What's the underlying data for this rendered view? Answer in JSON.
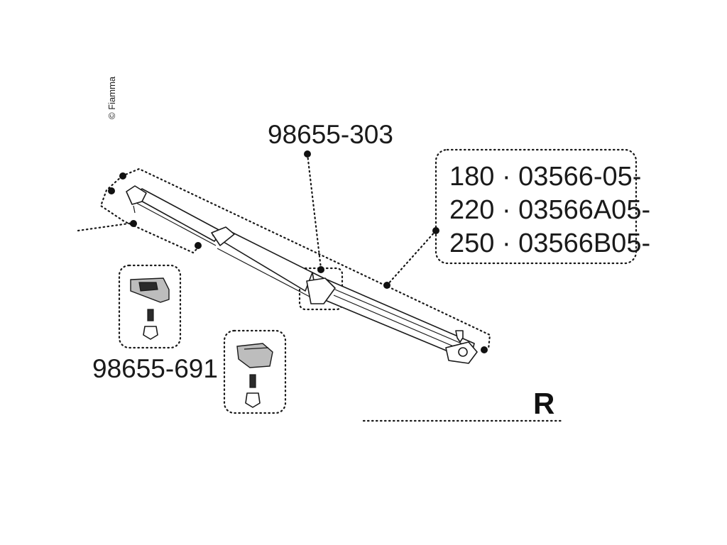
{
  "copyright": "© Fiamma",
  "labels": {
    "middle_joint": "98655-303",
    "end_cap_kit": "98655-691",
    "side": "R"
  },
  "variants": [
    "180 · 03566-05-",
    "220 · 03566A05-",
    "250 · 03566B05-"
  ],
  "colors": {
    "line": "#1a1a1a",
    "part_shade": "#bdbdbd",
    "part_dark": "#2b2b2b"
  }
}
